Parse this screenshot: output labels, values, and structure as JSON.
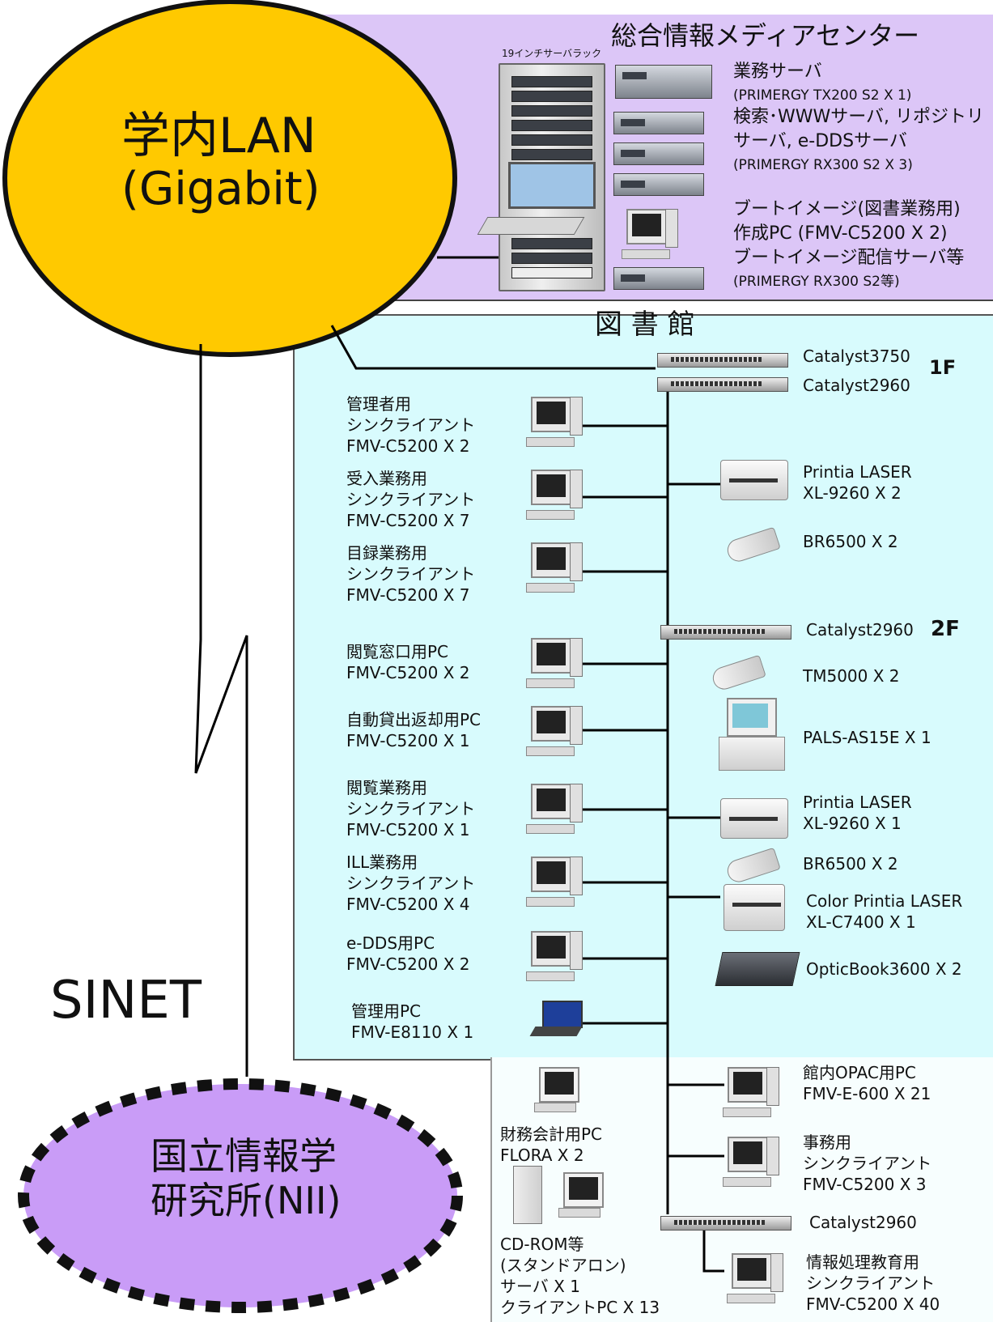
{
  "media_center": {
    "title": "総合情報メディアセンター",
    "rack_label": "19インチサーバラック",
    "business_server": "業務サーバ",
    "business_server_spec": "(PRIMERGY TX200 S2  X 1)",
    "search_servers_line1": "検索･WWWサーバ, リポジトリ",
    "search_servers_line2": "サーバ, e-DDSサーバ",
    "search_servers_spec": "(PRIMERGY RX300 S2  X 3)",
    "boot_line1": "ブートイメージ(図書業務用)",
    "boot_line2": "作成PC (FMV-C5200 X 2)",
    "boot_line3": "ブートイメージ配信サーバ等",
    "boot_spec": "(PRIMERGY RX300 S2等)"
  },
  "campus_lan": {
    "line1": "学内LAN",
    "line2": "(Gigabit)"
  },
  "library": {
    "title": "図 書 館",
    "floor_1f": "1F",
    "floor_2f": "2F",
    "switches": {
      "catalyst3750": "Catalyst3750",
      "catalyst2960_1f": "Catalyst2960",
      "catalyst2960_2f": "Catalyst2960"
    },
    "left_devices": [
      "管理者用\nシンクライアント\nFMV-C5200  X 2",
      "受入業務用\nシンクライアント\nFMV-C5200  X 7",
      "目録業務用\nシンクライアント\nFMV-C5200  X 7",
      "閲覧窓口用PC\nFMV-C5200  X 2",
      "自動貸出返却用PC\nFMV-C5200  X 1",
      "閲覧業務用\nシンクライアント\nFMV-C5200  X 1",
      "ILL業務用\nシンクライアント\nFMV-C5200  X 4",
      "e-DDS用PC\nFMV-C5200  X 2",
      "管理用PC\nFMV-E8110  X 1"
    ],
    "right_devices": [
      "Printia LASER\nXL-9260  X 2",
      "BR6500  X 2",
      "TM5000  X 2",
      "PALS-AS15E  X 1",
      "Printia LASER\nXL-9260  X 1",
      "BR6500  X 2",
      "Color Printia LASER\nXL-C7400  X 1",
      "OpticBook3600  X 2"
    ]
  },
  "bottom": {
    "finance": "財務会計用PC\nFLORA  X 2",
    "cdrom": "CD-ROM等\n(スタンドアロン)\nサーバ  X 1\nクライアントPC  X 13",
    "opac": "館内OPAC用PC\nFMV-E-600  X 21",
    "office": "事務用\nシンクライアント\nFMV-C5200  X 3",
    "catalyst2960": "Catalyst2960",
    "edu": "情報処理教育用\nシンクライアント\nFMV-C5200  X 40"
  },
  "sinet": {
    "label": "SINET",
    "nii_line1": "国立情報学",
    "nii_line2": "研究所(NII)"
  }
}
